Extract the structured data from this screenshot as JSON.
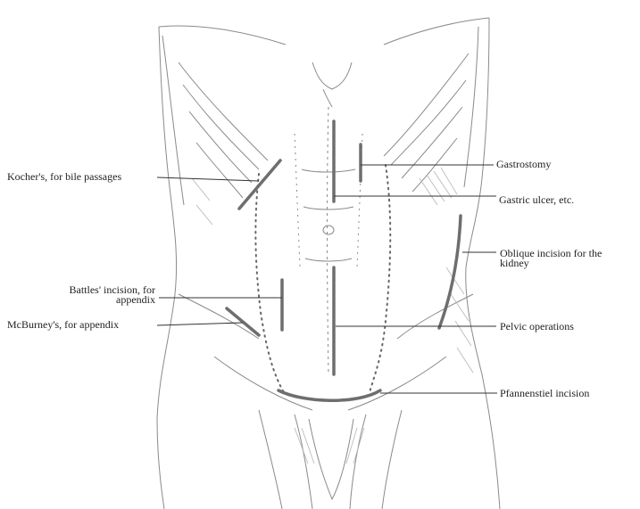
{
  "labels_left": {
    "kocher": "Kocher's, for bile passages",
    "battles_line1": "Battles' incision, for",
    "battles_line2": "appendix",
    "mcburney": "McBurney's, for appendix"
  },
  "labels_right": {
    "gastrostomy": "Gastrostomy",
    "gastric_ulcer": "Gastric ulcer, etc.",
    "oblique_line1": "Oblique incision for the",
    "oblique_line2": "kidney",
    "pelvic": "Pelvic operations",
    "pfannenstiel": "Pfannenstiel incision"
  },
  "colors": {
    "incision": "#6e6e6e",
    "leader": "#333333",
    "sketch": "#8a8a8a",
    "label_text": "#222222"
  }
}
